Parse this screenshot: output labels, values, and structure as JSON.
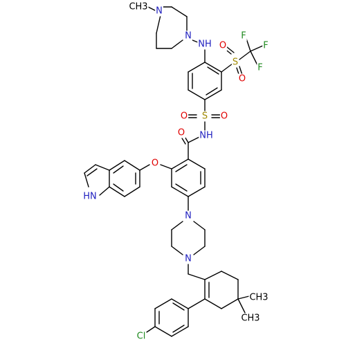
{
  "colors": {
    "bond": "#000000",
    "N": "#1f1fbf",
    "O": "#e00000",
    "S": "#a08a00",
    "F": "#1f8a1f",
    "Cl": "#1f8a1f",
    "C": "#000000"
  },
  "atoms": [
    {
      "id": "n_methyl",
      "text": "N",
      "el": "N"
    },
    {
      "id": "ch3_top",
      "text": "CH3",
      "el": "C"
    },
    {
      "id": "n_pip_top",
      "text": "N",
      "el": "N"
    },
    {
      "id": "nh_top",
      "text": "NH",
      "el": "N"
    },
    {
      "id": "s_cf3",
      "text": "S",
      "el": "S"
    },
    {
      "id": "o_s1",
      "text": "O",
      "el": "O"
    },
    {
      "id": "o_s2",
      "text": "O",
      "el": "O"
    },
    {
      "id": "f1",
      "text": "F",
      "el": "F"
    },
    {
      "id": "f2",
      "text": "F",
      "el": "F"
    },
    {
      "id": "f3",
      "text": "F",
      "el": "F"
    },
    {
      "id": "s_mid",
      "text": "S",
      "el": "S"
    },
    {
      "id": "o_m1",
      "text": "O",
      "el": "O"
    },
    {
      "id": "o_m2",
      "text": "O",
      "el": "O"
    },
    {
      "id": "nh_amide",
      "text": "NH",
      "el": "N"
    },
    {
      "id": "o_carbonyl",
      "text": "O",
      "el": "O"
    },
    {
      "id": "o_ether",
      "text": "O",
      "el": "O"
    },
    {
      "id": "hn_indole",
      "text": "HN",
      "el": "N"
    },
    {
      "id": "n_pip_b1",
      "text": "N",
      "el": "N"
    },
    {
      "id": "n_pip_b2",
      "text": "N",
      "el": "N"
    },
    {
      "id": "ch3_a",
      "text": "CH3",
      "el": "C"
    },
    {
      "id": "ch3_b",
      "text": "CH3",
      "el": "C"
    },
    {
      "id": "cl",
      "text": "Cl",
      "el": "Cl"
    }
  ]
}
